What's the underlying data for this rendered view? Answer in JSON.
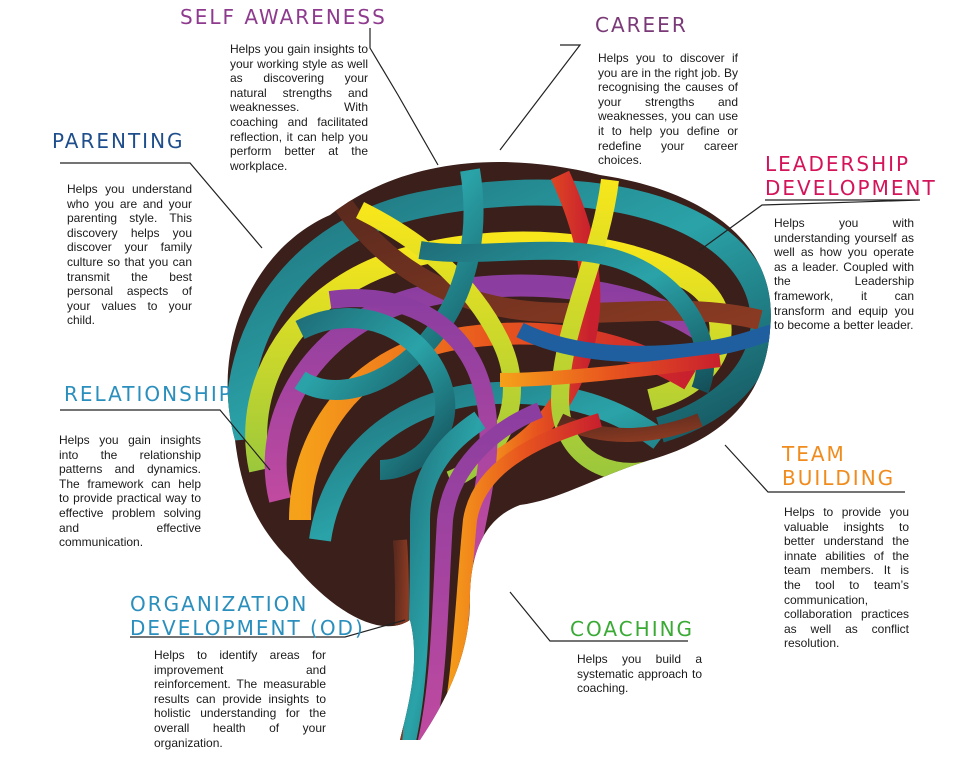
{
  "colors": {
    "self_awareness": "#8e3a8e",
    "career": "#7a3a78",
    "parenting": "#1f4e8c",
    "leadership": "#d4145a",
    "relationship": "#2a8fbd",
    "team_building": "#f08c1e",
    "organization": "#2a8fbd",
    "coaching": "#3aaa35"
  },
  "sections": {
    "self_awareness": {
      "title": "SELF AWARENESS",
      "desc": "Helps you gain insights to your working style as well as discovering your natural strengths and weaknesses. With coaching and facilitated reflection, it can help you perform better at the workplace."
    },
    "career": {
      "title": "CAREER",
      "desc": "Helps you to discover if you are in the right job. By recognising the causes of your strengths and weaknesses, you can use it to help you define or redefine your career choices."
    },
    "parenting": {
      "title": "PARENTING",
      "desc": "Helps you understand who you are and your parenting style. This discovery helps you discover your family culture so that you can transmit the best personal aspects of your values to your child."
    },
    "leadership": {
      "title_line1": "LEADERSHIP",
      "title_line2": "DEVELOPMENT",
      "desc": "Helps you with understanding yourself as well as how you operate as a leader. Coupled with the Leadership framework, it can transform and equip you to become a better leader."
    },
    "relationship": {
      "title": "RELATIONSHIP",
      "desc": "Helps you gain insights into the relationship patterns and dynamics. The framework can help to provide practical way to effective problem solving and effective communication."
    },
    "team_building": {
      "title_line1": "TEAM",
      "title_line2": "BUILDING",
      "desc": "Helps to provide you valuable insights to better understand the innate abilities of the team members. It is the tool to team’s communication, collaboration practices as well as conflict resolution."
    },
    "organization": {
      "title_line1": "ORGANIZATION",
      "title_line2": "DEVELOPMENT (OD)",
      "desc": "Helps to identify areas for improvement and reinforcement. The measurable results can provide insights to holistic understanding for the overall health of your organization."
    },
    "coaching": {
      "title": "COACHING",
      "desc": "Helps you build a systematic approach to coaching."
    }
  }
}
